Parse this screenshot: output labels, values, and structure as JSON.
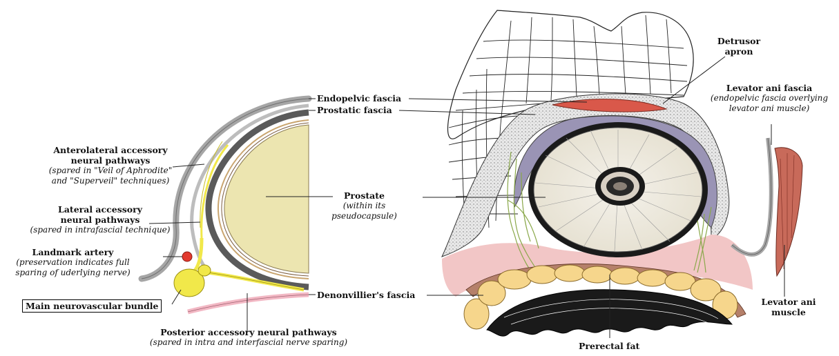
{
  "labels": {
    "endopelvic_fascia": "Endopelvic fascia",
    "prostatic_fascia": "Prostatic fascia",
    "anterolateral_title_1": "Anterolateral accessory",
    "anterolateral_title_2": "neural pathways",
    "anterolateral_note_1": "(spared in \"Veil of Aphrodite\"",
    "anterolateral_note_2": "and \"Superveil\" techniques)",
    "lateral_title_1": "Lateral accessory",
    "lateral_title_2": "neural pathways",
    "lateral_note": "(spared in intrafascial technique)",
    "landmark_title": "Landmark artery",
    "landmark_note_1": "(preservation indicates full",
    "landmark_note_2": "sparing of uderlying nerve)",
    "main_nvb": "Main neurovascular bundle",
    "prostate_title": "Prostate",
    "prostate_note_1": "(within its",
    "prostate_note_2": "pseudocapsule)",
    "denonvillier": "Denonvillier's fascia",
    "posterior_title": "Posterior accessory neural pathways",
    "posterior_note": "(spared in intra and interfascial nerve sparing)",
    "detrusor_1": "Detrusor",
    "detrusor_2": "apron",
    "levator_fascia_title": "Levator ani fascia",
    "levator_fascia_note_1": "(endopelvic fascia overlying",
    "levator_fascia_note_2": "levator ani muscle)",
    "levator_muscle_1": "Levator ani",
    "levator_muscle_2": "muscle",
    "prerectal_fat": "Prerectal fat"
  },
  "colors": {
    "prostate_fill": "#ece5b0",
    "endopelvic_gray": "#a6a6a6",
    "prostatic_dark": "#5a5a5a",
    "nerve_yellow": "#f1e84a",
    "artery_red": "#e23a2f",
    "denonvillier_pink": "#f2b8c4",
    "detrusor_red": "#d9584a",
    "fat_yellow": "#f6d68c",
    "purple_fascia": "#9a94b5",
    "pink_tissue": "#f2c6c6"
  }
}
